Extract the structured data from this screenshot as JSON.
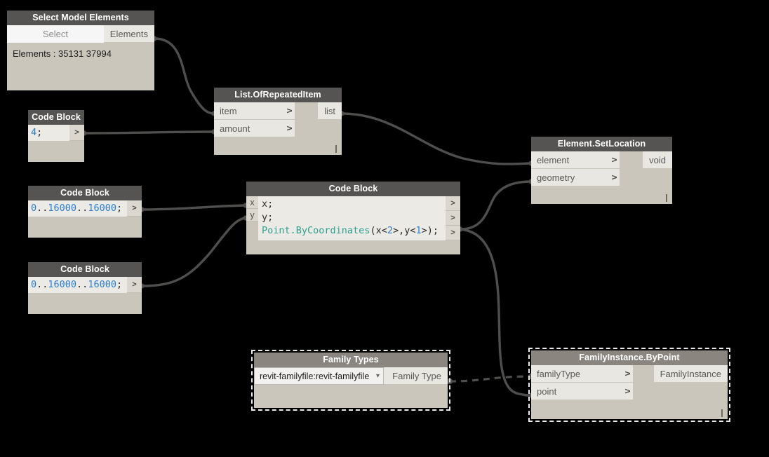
{
  "canvas": {
    "background": "#000000",
    "wire_color": "#4f4e4c"
  },
  "nodes": {
    "select_model_elements": {
      "title": "Select Model Elements",
      "button_label": "Select",
      "output_label": "Elements",
      "info_text": "Elements : 35131 37994"
    },
    "code_block_amount": {
      "title": "Code Block",
      "code": "4;",
      "value": "4",
      "terminator": ";",
      "output_port": ">"
    },
    "list_of_repeated_item": {
      "title": "List.OfRepeatedItem",
      "inputs": [
        {
          "label": "item",
          "chevron": ">"
        },
        {
          "label": "amount",
          "chevron": ">"
        }
      ],
      "outputs": [
        {
          "label": "list"
        }
      ]
    },
    "code_block_x_range": {
      "title": "Code Block",
      "code": "0..16000..16000;",
      "range_start": "0",
      "range_mid": "16000",
      "range_end": "16000",
      "output_port": ">"
    },
    "code_block_y_range": {
      "title": "Code Block",
      "code": "0..16000..16000;",
      "range_start": "0",
      "range_mid": "16000",
      "range_end": "16000",
      "output_port": ">"
    },
    "code_block_point": {
      "title": "Code Block",
      "inputs": [
        {
          "label": "x"
        },
        {
          "label": "y"
        }
      ],
      "lines": [
        {
          "text": "x;"
        },
        {
          "text": "y;"
        },
        {
          "fn": "Point.ByCoordinates",
          "args": "(x<2>,y<1>);",
          "arg_a": "2",
          "arg_b": "1"
        }
      ],
      "outputs": [
        {
          "label": ">"
        },
        {
          "label": ">"
        },
        {
          "label": ">"
        }
      ]
    },
    "element_set_location": {
      "title": "Element.SetLocation",
      "inputs": [
        {
          "label": "element",
          "chevron": ">"
        },
        {
          "label": "geometry",
          "chevron": ">"
        }
      ],
      "outputs": [
        {
          "label": "void"
        }
      ]
    },
    "family_types": {
      "title": "Family Types",
      "selected_value": "revit-familyfile:revit-familyfile",
      "caret": "chevron-down-icon",
      "output_label": "Family Type",
      "selected": true
    },
    "family_instance_by_point": {
      "title": "FamilyInstance.ByPoint",
      "inputs": [
        {
          "label": "familyType",
          "chevron": ">"
        },
        {
          "label": "point",
          "chevron": ">"
        }
      ],
      "outputs": [
        {
          "label": "FamilyInstance"
        }
      ],
      "selected": true
    }
  }
}
